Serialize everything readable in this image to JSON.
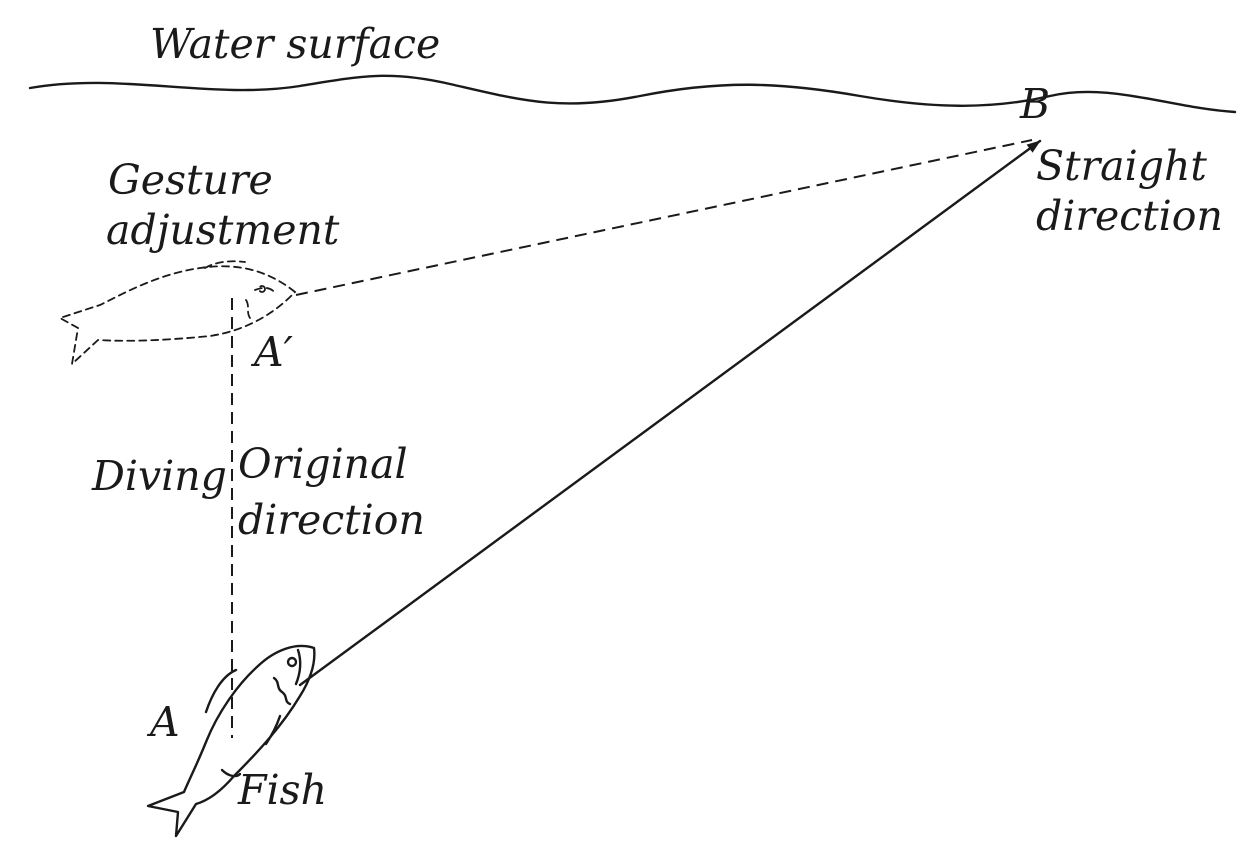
{
  "labels": {
    "water_surface": "Water surface",
    "point_b": "B",
    "straight_line1": "Straight",
    "straight_line2": "direction",
    "gesture_line1": "Gesture",
    "gesture_line2": "adjustment",
    "point_a_prime": "A′",
    "diving": "Diving",
    "original_line1": "Original",
    "original_line2": "direction",
    "point_a": "A",
    "fish": "Fish"
  }
}
